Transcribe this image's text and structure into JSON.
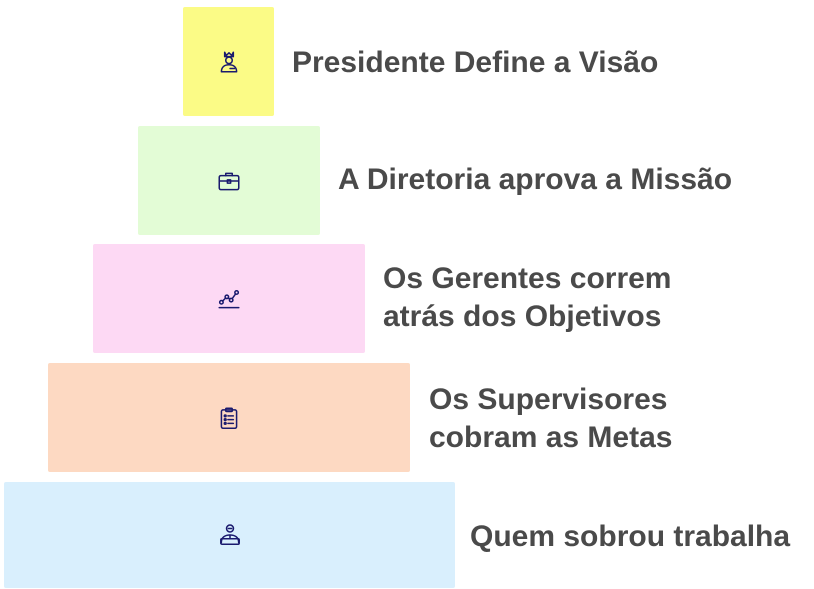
{
  "levels": [
    {
      "label_lines": [
        "Presidente Define a Visão"
      ],
      "color": "#fbfb86",
      "icon": "king-person-icon"
    },
    {
      "label_lines": [
        "A Diretoria aprova a Missão"
      ],
      "color": "#e3fcd6",
      "icon": "briefcase-icon"
    },
    {
      "label_lines": [
        "Os Gerentes correm",
        "atrás dos Objetivos"
      ],
      "color": "#fdd9f4",
      "icon": "trend-chart-icon"
    },
    {
      "label_lines": [
        "Os Supervisores",
        "cobram as Metas"
      ],
      "color": "#fdd9c2",
      "icon": "clipboard-list-icon"
    },
    {
      "label_lines": [
        "Quem sobrou trabalha"
      ],
      "color": "#d9effd",
      "icon": "worker-person-icon"
    }
  ],
  "icon_color": "#1a1a6e",
  "text_color": "#4a4a4a"
}
